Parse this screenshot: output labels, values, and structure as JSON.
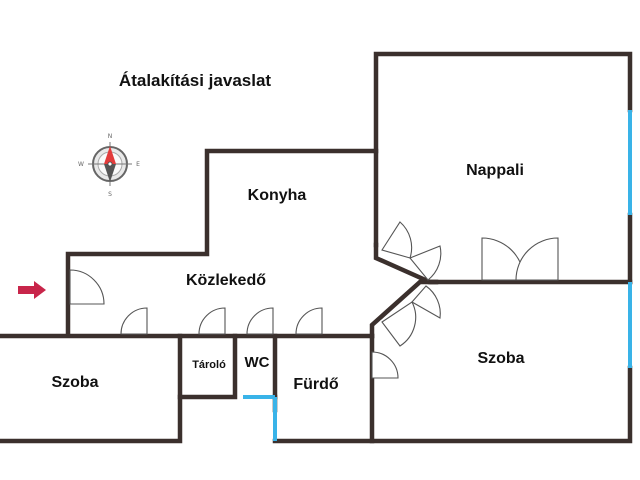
{
  "plan": {
    "title": "Átalakítási javaslat",
    "rooms": {
      "nappali": "Nappali",
      "konyha": "Konyha",
      "kozlekedo": "Közlekedő",
      "szoba_left": "Szoba",
      "szoba_right": "Szoba",
      "tarolo": "Tároló",
      "wc": "WC",
      "furdo": "Fürdő"
    },
    "compass": {
      "n": "N",
      "s": "S",
      "e": "E",
      "w": "W"
    },
    "colors": {
      "wall": "#3b302d",
      "window": "#39b3e8",
      "entrance_arrow": "#c8254a"
    }
  }
}
